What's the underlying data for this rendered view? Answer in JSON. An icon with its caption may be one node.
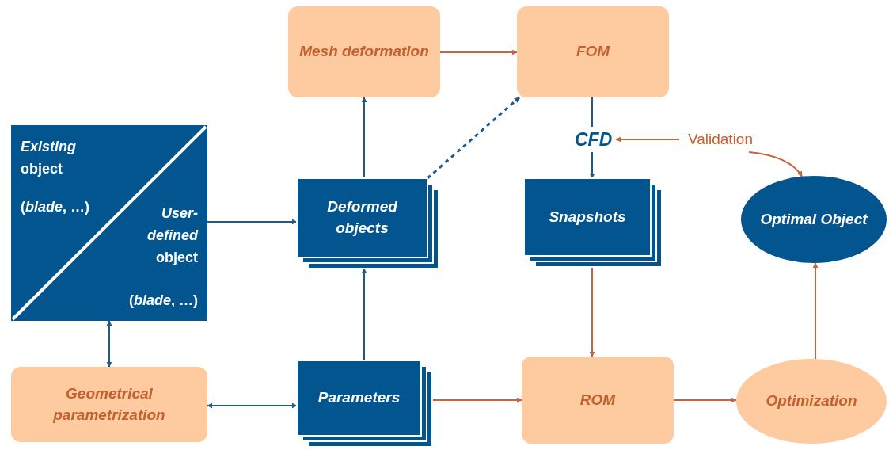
{
  "diagram": {
    "nodes": [
      {
        "text": [
          "*Existing* object",
          "(*blade*, …)",
          "*User-defined* object",
          "(*blade*, …)"
        ]
      },
      {
        "text": [
          "Mesh deformation"
        ]
      },
      {
        "text": [
          "FOM"
        ]
      },
      {
        "text": [
          "Deformed objects"
        ]
      },
      {
        "text": [
          "CFD"
        ]
      },
      {
        "text": [
          "Validation"
        ]
      },
      {
        "text": [
          "Snapshots"
        ]
      },
      {
        "text": [
          "Optimal Object"
        ]
      },
      {
        "text": [
          "Geometrical parametrization"
        ]
      },
      {
        "text": [
          "Parameters"
        ]
      },
      {
        "text": [
          "ROM"
        ]
      },
      {
        "text": [
          "Optimization"
        ]
      }
    ],
    "edges": [
      {
        "from": 0,
        "to": 3,
        "arrow": "to"
      },
      {
        "from": 3,
        "to": 1,
        "arrow": "to"
      },
      {
        "from": 1,
        "to": 2,
        "arrow": "to",
        "color": "#c8633a"
      },
      {
        "from": 3,
        "to": 2,
        "arrow": "to",
        "style": "dashed"
      },
      {
        "from": 2,
        "to": 4,
        "arrow": "none"
      },
      {
        "from": 4,
        "to": 6,
        "arrow": "to"
      },
      {
        "from": 5,
        "to": 4,
        "arrow": "to",
        "color": "#c8633a"
      },
      {
        "from": 5,
        "to": 7,
        "arrow": "to",
        "color": "#c8633a"
      },
      {
        "from": 0,
        "to": 8,
        "arrow": "both"
      },
      {
        "from": 8,
        "to": 9,
        "arrow": "both"
      },
      {
        "from": 9,
        "to": 3,
        "arrow": "to"
      },
      {
        "from": 9,
        "to": 10,
        "arrow": "to",
        "color": "#c8633a"
      },
      {
        "from": 6,
        "to": 10,
        "arrow": "to",
        "color": "#c8633a"
      },
      {
        "from": 10,
        "to": 11,
        "arrow": "to",
        "color": "#c8633a"
      },
      {
        "from": 11,
        "to": 7,
        "arrow": "to",
        "color": "#c8633a"
      }
    ]
  }
}
